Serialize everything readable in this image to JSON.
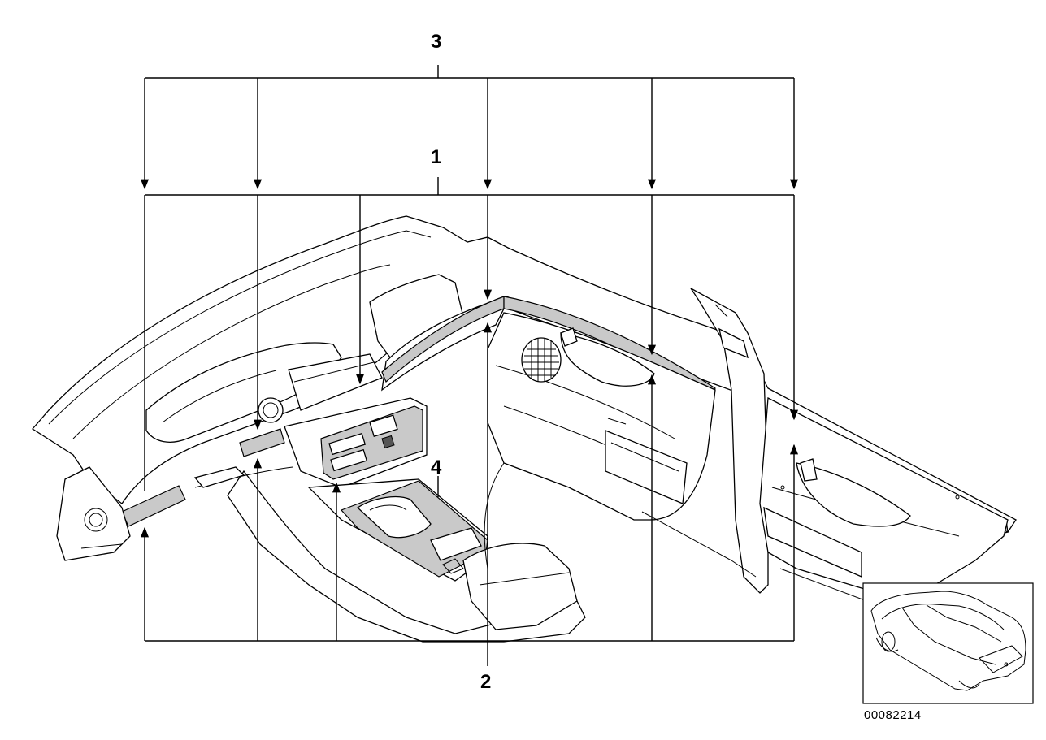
{
  "callouts": {
    "one": "1",
    "two": "2",
    "three": "3",
    "four": "4"
  },
  "diagram_id": "00082214",
  "inset": {
    "icon": "car-silhouette-icon"
  }
}
